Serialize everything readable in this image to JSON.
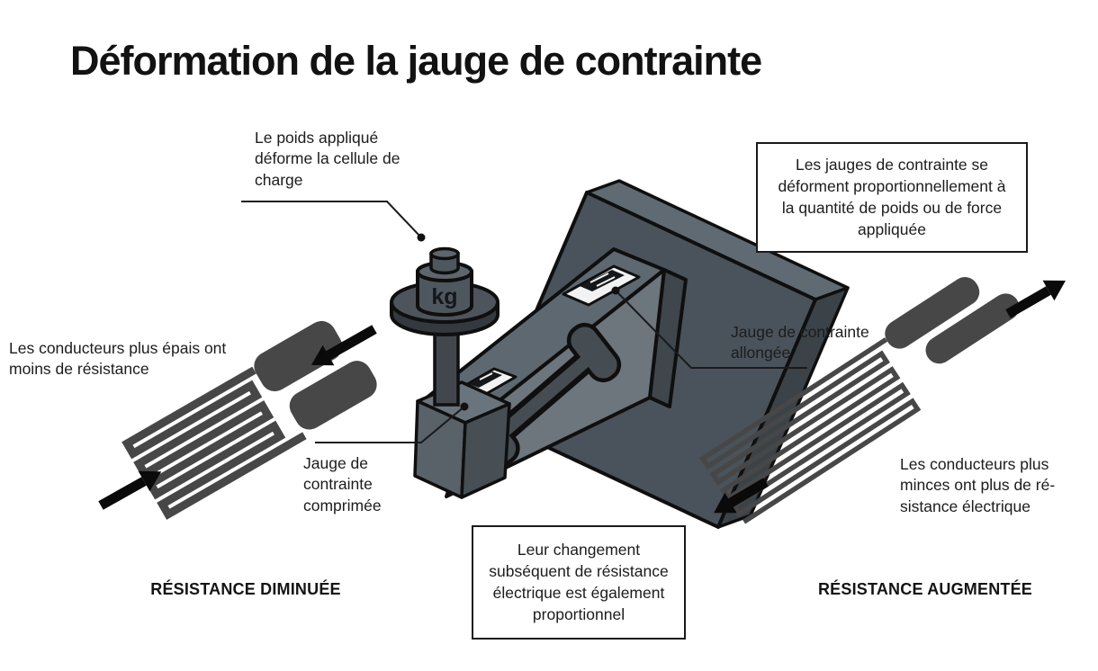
{
  "title": "Déformation de la jauge de contrainte",
  "callouts": {
    "weight_applied": "Le poids appliqué déforme la cellule de charge",
    "gauge_stretched": "Jauge de contrainte allongée",
    "gauge_compressed": "Jauge de contrainte comprimée",
    "thick_conductors": "Les conducteurs plus épais ont moins de résistance",
    "thin_conductors": "Les conducteurs plus minces ont plus de ré-sistance électrique"
  },
  "boxes": {
    "proportional": "Les jauges de contrainte se déforment proportionnellement à la quantité de poids ou de force appliquée",
    "subsequent": "Leur changement subséquent de résistance électrique est également proportionnel"
  },
  "footer": {
    "resistance_decreased": "RÉSISTANCE DIMINUÉE",
    "resistance_increased": "RÉSISTANCE AUGMENTÉE"
  },
  "illustration": {
    "weight_unit_label": "kg"
  },
  "colors": {
    "background": "#ffffff",
    "text": "#1c1c1c",
    "outline": "#0f0f0f",
    "plate_front": "#4a535b",
    "plate_top": "#5f6a72",
    "plate_side": "#3b4248",
    "beam_top": "#5d6871",
    "beam_front": "#6d757d",
    "metal_dark": "#41474d",
    "gauge_trace_gray": "#474747",
    "gauge_plate_white": "#f2f2f2"
  }
}
